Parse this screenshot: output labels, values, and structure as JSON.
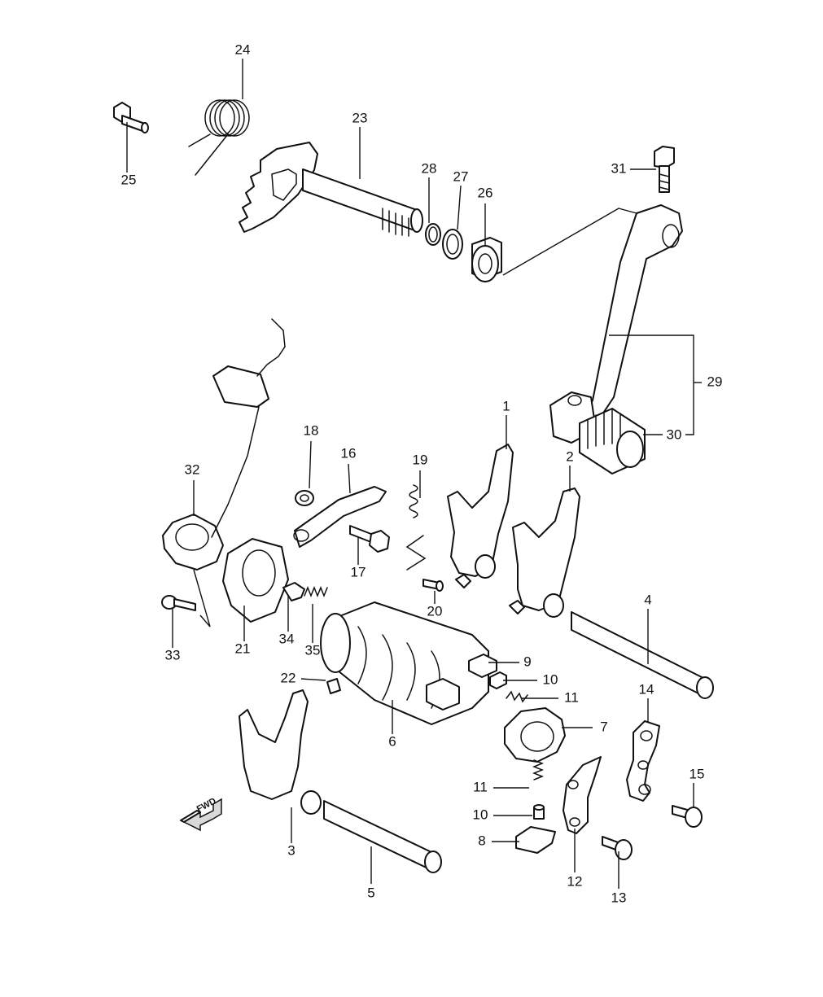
{
  "diagram": {
    "callouts": [
      {
        "id": "c1",
        "text": "1"
      },
      {
        "id": "c2",
        "text": "2"
      },
      {
        "id": "c3",
        "text": "3"
      },
      {
        "id": "c4",
        "text": "4"
      },
      {
        "id": "c5",
        "text": "5"
      },
      {
        "id": "c6",
        "text": "6"
      },
      {
        "id": "c7",
        "text": "7"
      },
      {
        "id": "c8",
        "text": "8"
      },
      {
        "id": "c9",
        "text": "9"
      },
      {
        "id": "c10a",
        "text": "10"
      },
      {
        "id": "c10b",
        "text": "10"
      },
      {
        "id": "c11a",
        "text": "11"
      },
      {
        "id": "c11b",
        "text": "11"
      },
      {
        "id": "c12",
        "text": "12"
      },
      {
        "id": "c13",
        "text": "13"
      },
      {
        "id": "c14",
        "text": "14"
      },
      {
        "id": "c15",
        "text": "15"
      },
      {
        "id": "c16",
        "text": "16"
      },
      {
        "id": "c17",
        "text": "17"
      },
      {
        "id": "c18",
        "text": "18"
      },
      {
        "id": "c19",
        "text": "19"
      },
      {
        "id": "c20",
        "text": "20"
      },
      {
        "id": "c21",
        "text": "21"
      },
      {
        "id": "c22",
        "text": "22"
      },
      {
        "id": "c23",
        "text": "23"
      },
      {
        "id": "c24",
        "text": "24"
      },
      {
        "id": "c25",
        "text": "25"
      },
      {
        "id": "c26",
        "text": "26"
      },
      {
        "id": "c27",
        "text": "27"
      },
      {
        "id": "c28",
        "text": "28"
      },
      {
        "id": "c29",
        "text": "29"
      },
      {
        "id": "c30",
        "text": "30"
      },
      {
        "id": "c31",
        "text": "31"
      },
      {
        "id": "c32",
        "text": "32"
      },
      {
        "id": "c33",
        "text": "33"
      },
      {
        "id": "c34",
        "text": "34"
      },
      {
        "id": "c35",
        "text": "35"
      }
    ],
    "direction_badge": {
      "text": "FWD",
      "icon": "forward-arrow-icon"
    }
  }
}
